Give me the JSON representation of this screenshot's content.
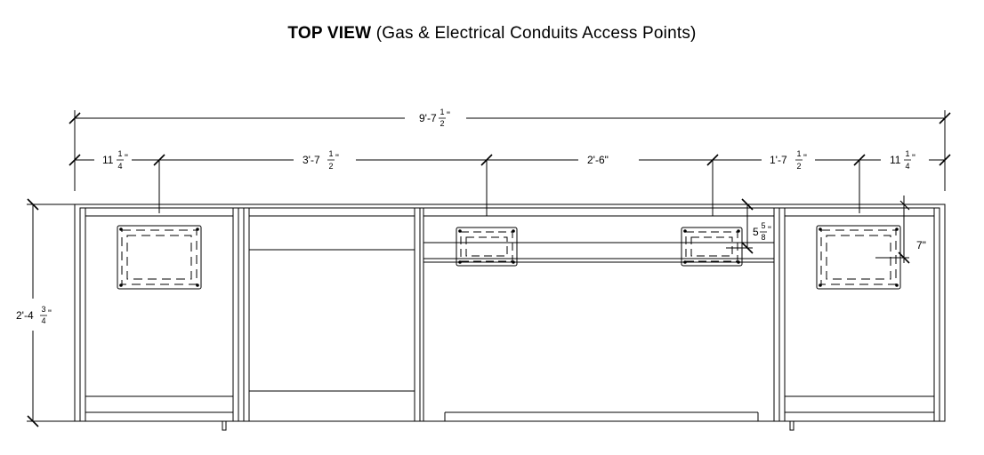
{
  "title": {
    "bold": "TOP VIEW",
    "sub": "(Gas & Electrical Conduits Access Points)"
  },
  "dimensions": {
    "overall": {
      "whole": "9'-7",
      "num": "1",
      "den": "2",
      "unit": "\""
    },
    "seg1": {
      "whole": "11",
      "num": "1",
      "den": "4",
      "unit": "\""
    },
    "seg2": {
      "whole": "3'-7",
      "num": "1",
      "den": "2",
      "unit": "\""
    },
    "seg3": {
      "whole": "2'-6\"",
      "num": "",
      "den": "",
      "unit": ""
    },
    "seg4": {
      "whole": "1'-7",
      "num": "1",
      "den": "2",
      "unit": "\""
    },
    "seg5": {
      "whole": "11",
      "num": "1",
      "den": "4",
      "unit": "\""
    },
    "depth": {
      "whole": "2'-4",
      "num": "3",
      "den": "4",
      "unit": "\""
    },
    "offset": {
      "whole": "5",
      "num": "5",
      "den": "8",
      "unit": "\""
    },
    "side": {
      "whole": "7\"",
      "num": "",
      "den": "",
      "unit": ""
    }
  }
}
